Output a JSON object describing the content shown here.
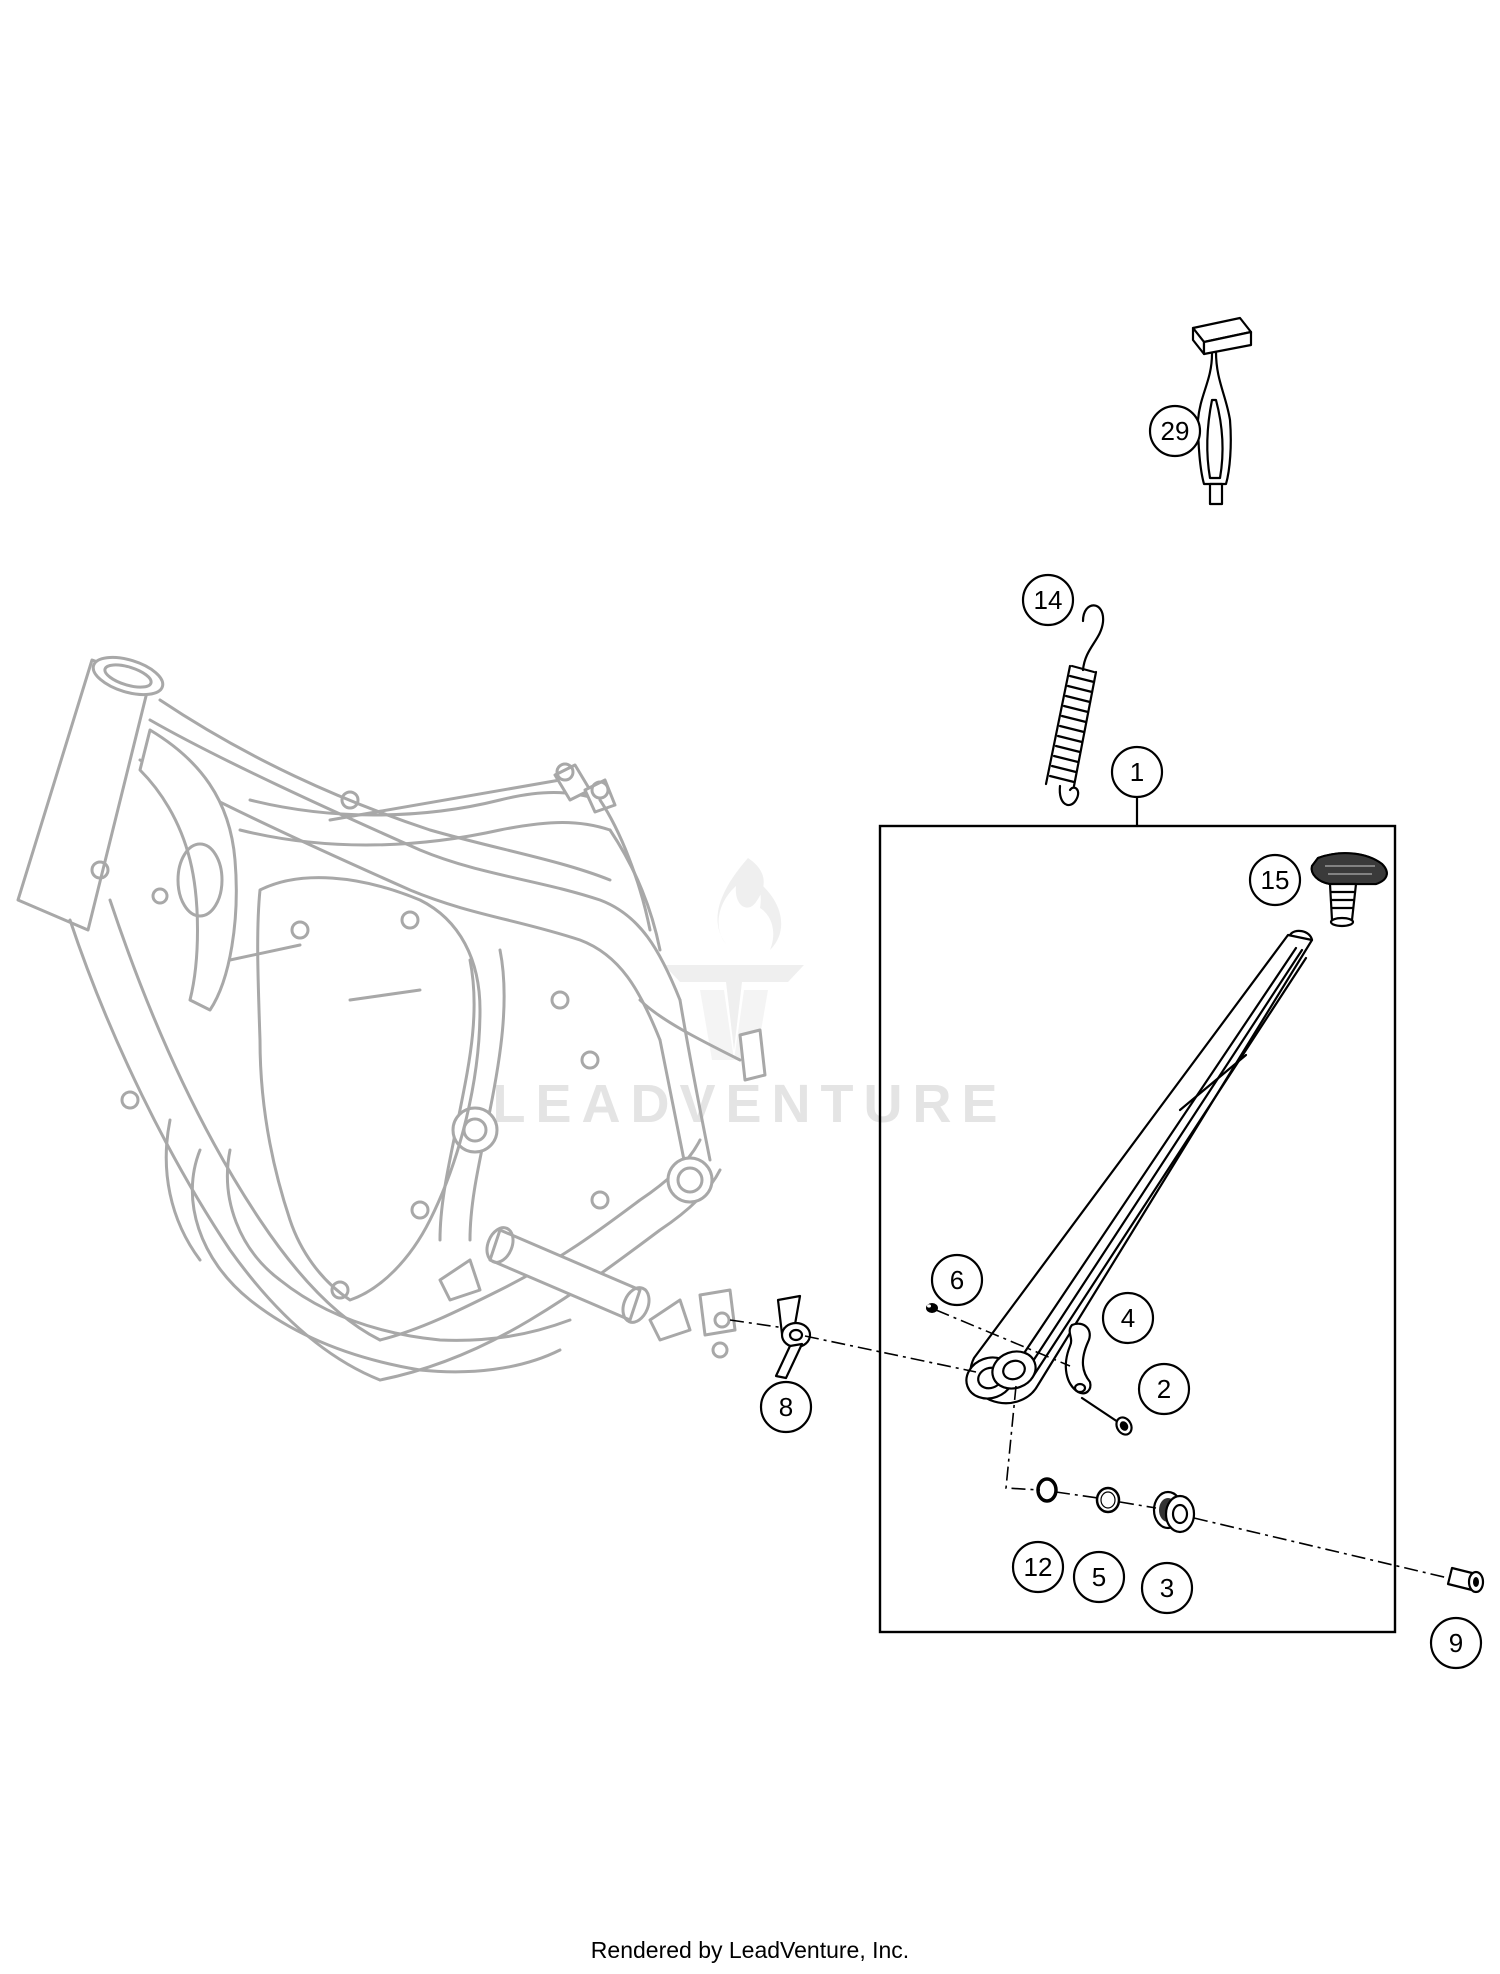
{
  "watermark": {
    "text": "LEADVENTURE"
  },
  "footer": {
    "credit": "Rendered by LeadVenture, Inc."
  },
  "callouts": [
    {
      "id": "1",
      "label": "1"
    },
    {
      "id": "2",
      "label": "2"
    },
    {
      "id": "3",
      "label": "3"
    },
    {
      "id": "4",
      "label": "4"
    },
    {
      "id": "5",
      "label": "5"
    },
    {
      "id": "6",
      "label": "6"
    },
    {
      "id": "8",
      "label": "8"
    },
    {
      "id": "9",
      "label": "9"
    },
    {
      "id": "12",
      "label": "12"
    },
    {
      "id": "14",
      "label": "14"
    },
    {
      "id": "15",
      "label": "15"
    },
    {
      "id": "29",
      "label": "29"
    }
  ],
  "colors": {
    "frame_gray": "#a8a8a8",
    "part_black": "#000000",
    "watermark_gray": "#e4e4e4"
  }
}
